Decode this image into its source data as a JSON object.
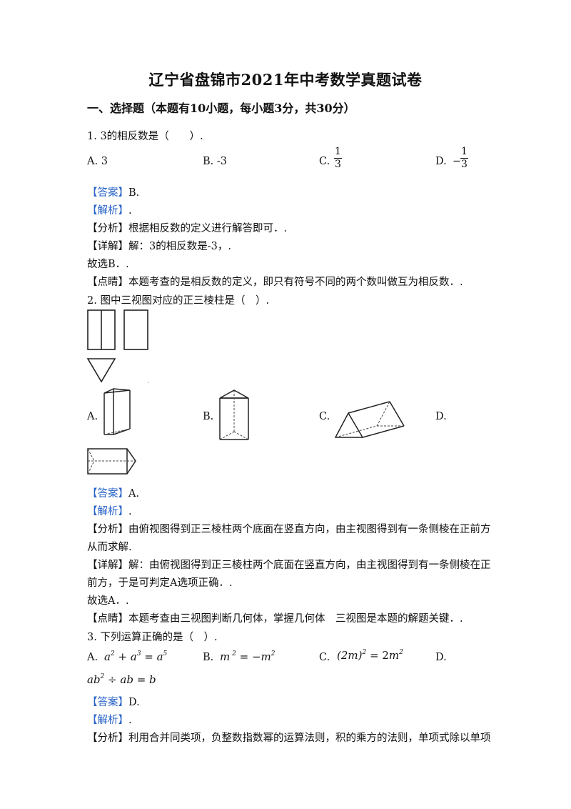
{
  "title": "辽宁省盘锦市2021年中考数学真题试卷",
  "section": "一、选择题（本题有10小题，每小题3分，共30分）",
  "tags": {
    "answer": "【答案】",
    "analysis": "【解析】",
    "fenxi": "【分析】",
    "detail": "【详解】",
    "dianjing": "【点睛】"
  },
  "q1": {
    "stem": "1. 3的相反数是（　　）.",
    "options": {
      "A": "A.  3",
      "B": "B.  -3",
      "C_label": "C.",
      "D_label": "D.",
      "frac_num": "1",
      "frac_den": "3",
      "minus": "−"
    },
    "answer": "B.",
    "analysis": ".",
    "fenxi": "根据相反数的定义进行解答即可．.",
    "detail": "解：3的相反数是-3，.",
    "conclude": "故选B．.",
    "dianjing": "本题考查的是相反数的定义，即只有符号不同的两个数叫做互为相反数．."
  },
  "q2": {
    "stem": "2. 图中三视图对应的正三棱柱是（　）.",
    "options": {
      "A": "A.",
      "B": "B.",
      "C": "C.",
      "D": "D."
    },
    "answer": "A.",
    "analysis": ".",
    "fenxi_1": "由俯视图得到正三棱柱两个底面在竖直方向，由主视图得到有一条侧棱在正前方",
    "fenxi_2": "从而求解.",
    "detail_1": "解：由俯视图得到正三棱柱两个底面在竖直方向，由主视图得到有一条侧棱在正",
    "detail_2": "前方，于是可判定A选项正确．.",
    "conclude": "故选A．.",
    "dianjing": "本题考查由三视图判断几何体，掌握几何体　三视图是本题的解题关键．."
  },
  "q3": {
    "stem": "3. 下列运算正确的是（　）.",
    "options": {
      "A": "A.",
      "B": "B.",
      "C": "C.",
      "D": "D."
    },
    "exprA": {
      "a1": "a",
      "e1": "2",
      "plus": " + ",
      "a2": "a",
      "e2": "3",
      "eq": " = ",
      "a3": "a",
      "e3": "5"
    },
    "exprB": {
      "m1": "m",
      "e1": "2",
      "eq": " = −",
      "m2": "m",
      "e2": "2"
    },
    "exprC": {
      "lhs": "(2m)",
      "e1": "2",
      "eq": " = 2",
      "m": "m",
      "e2": "2"
    },
    "exprD": {
      "ab": "ab",
      "e1": "2",
      "rest": " ÷ ab = b"
    },
    "answer": "D.",
    "analysis": ".",
    "fenxi": "利用合并同类项，负整数指数幂的运算法则，积的乘方的法则，单项式除以单项"
  }
}
